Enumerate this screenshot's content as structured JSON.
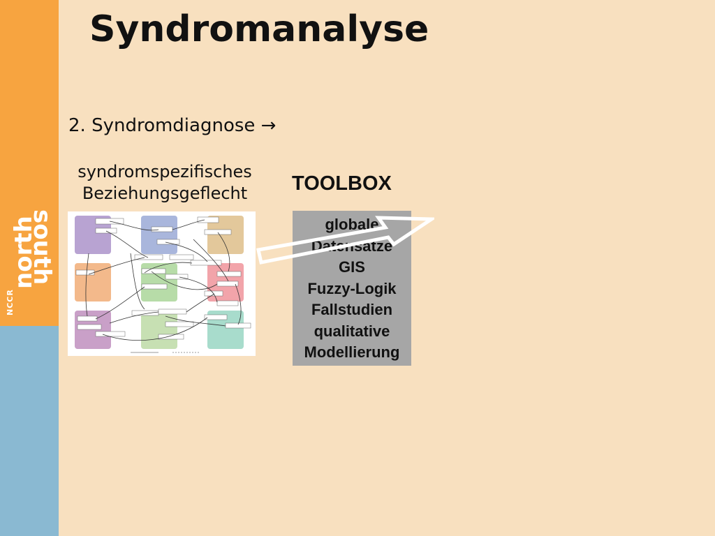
{
  "title": "Syndromanalyse",
  "subtitle": "2. Syndromdiagnose →",
  "network_caption": [
    "syndromspezifisches",
    "Beziehungsgeflecht"
  ],
  "toolbox": {
    "title": "TOOLBOX",
    "items": [
      "globale",
      "Datensätze",
      "GIS",
      "Fuzzy-Logik",
      "Fallstudien",
      "qualitative",
      "Modellierung"
    ]
  },
  "logo": {
    "north": "north",
    "south": "south",
    "nccr": "NCCR"
  },
  "colors": {
    "background": "#f8e0bf",
    "sidebar_orange": "#f7a440",
    "sidebar_blue": "#8ab9d2",
    "toolbox_panel": "#a6a6a6"
  }
}
